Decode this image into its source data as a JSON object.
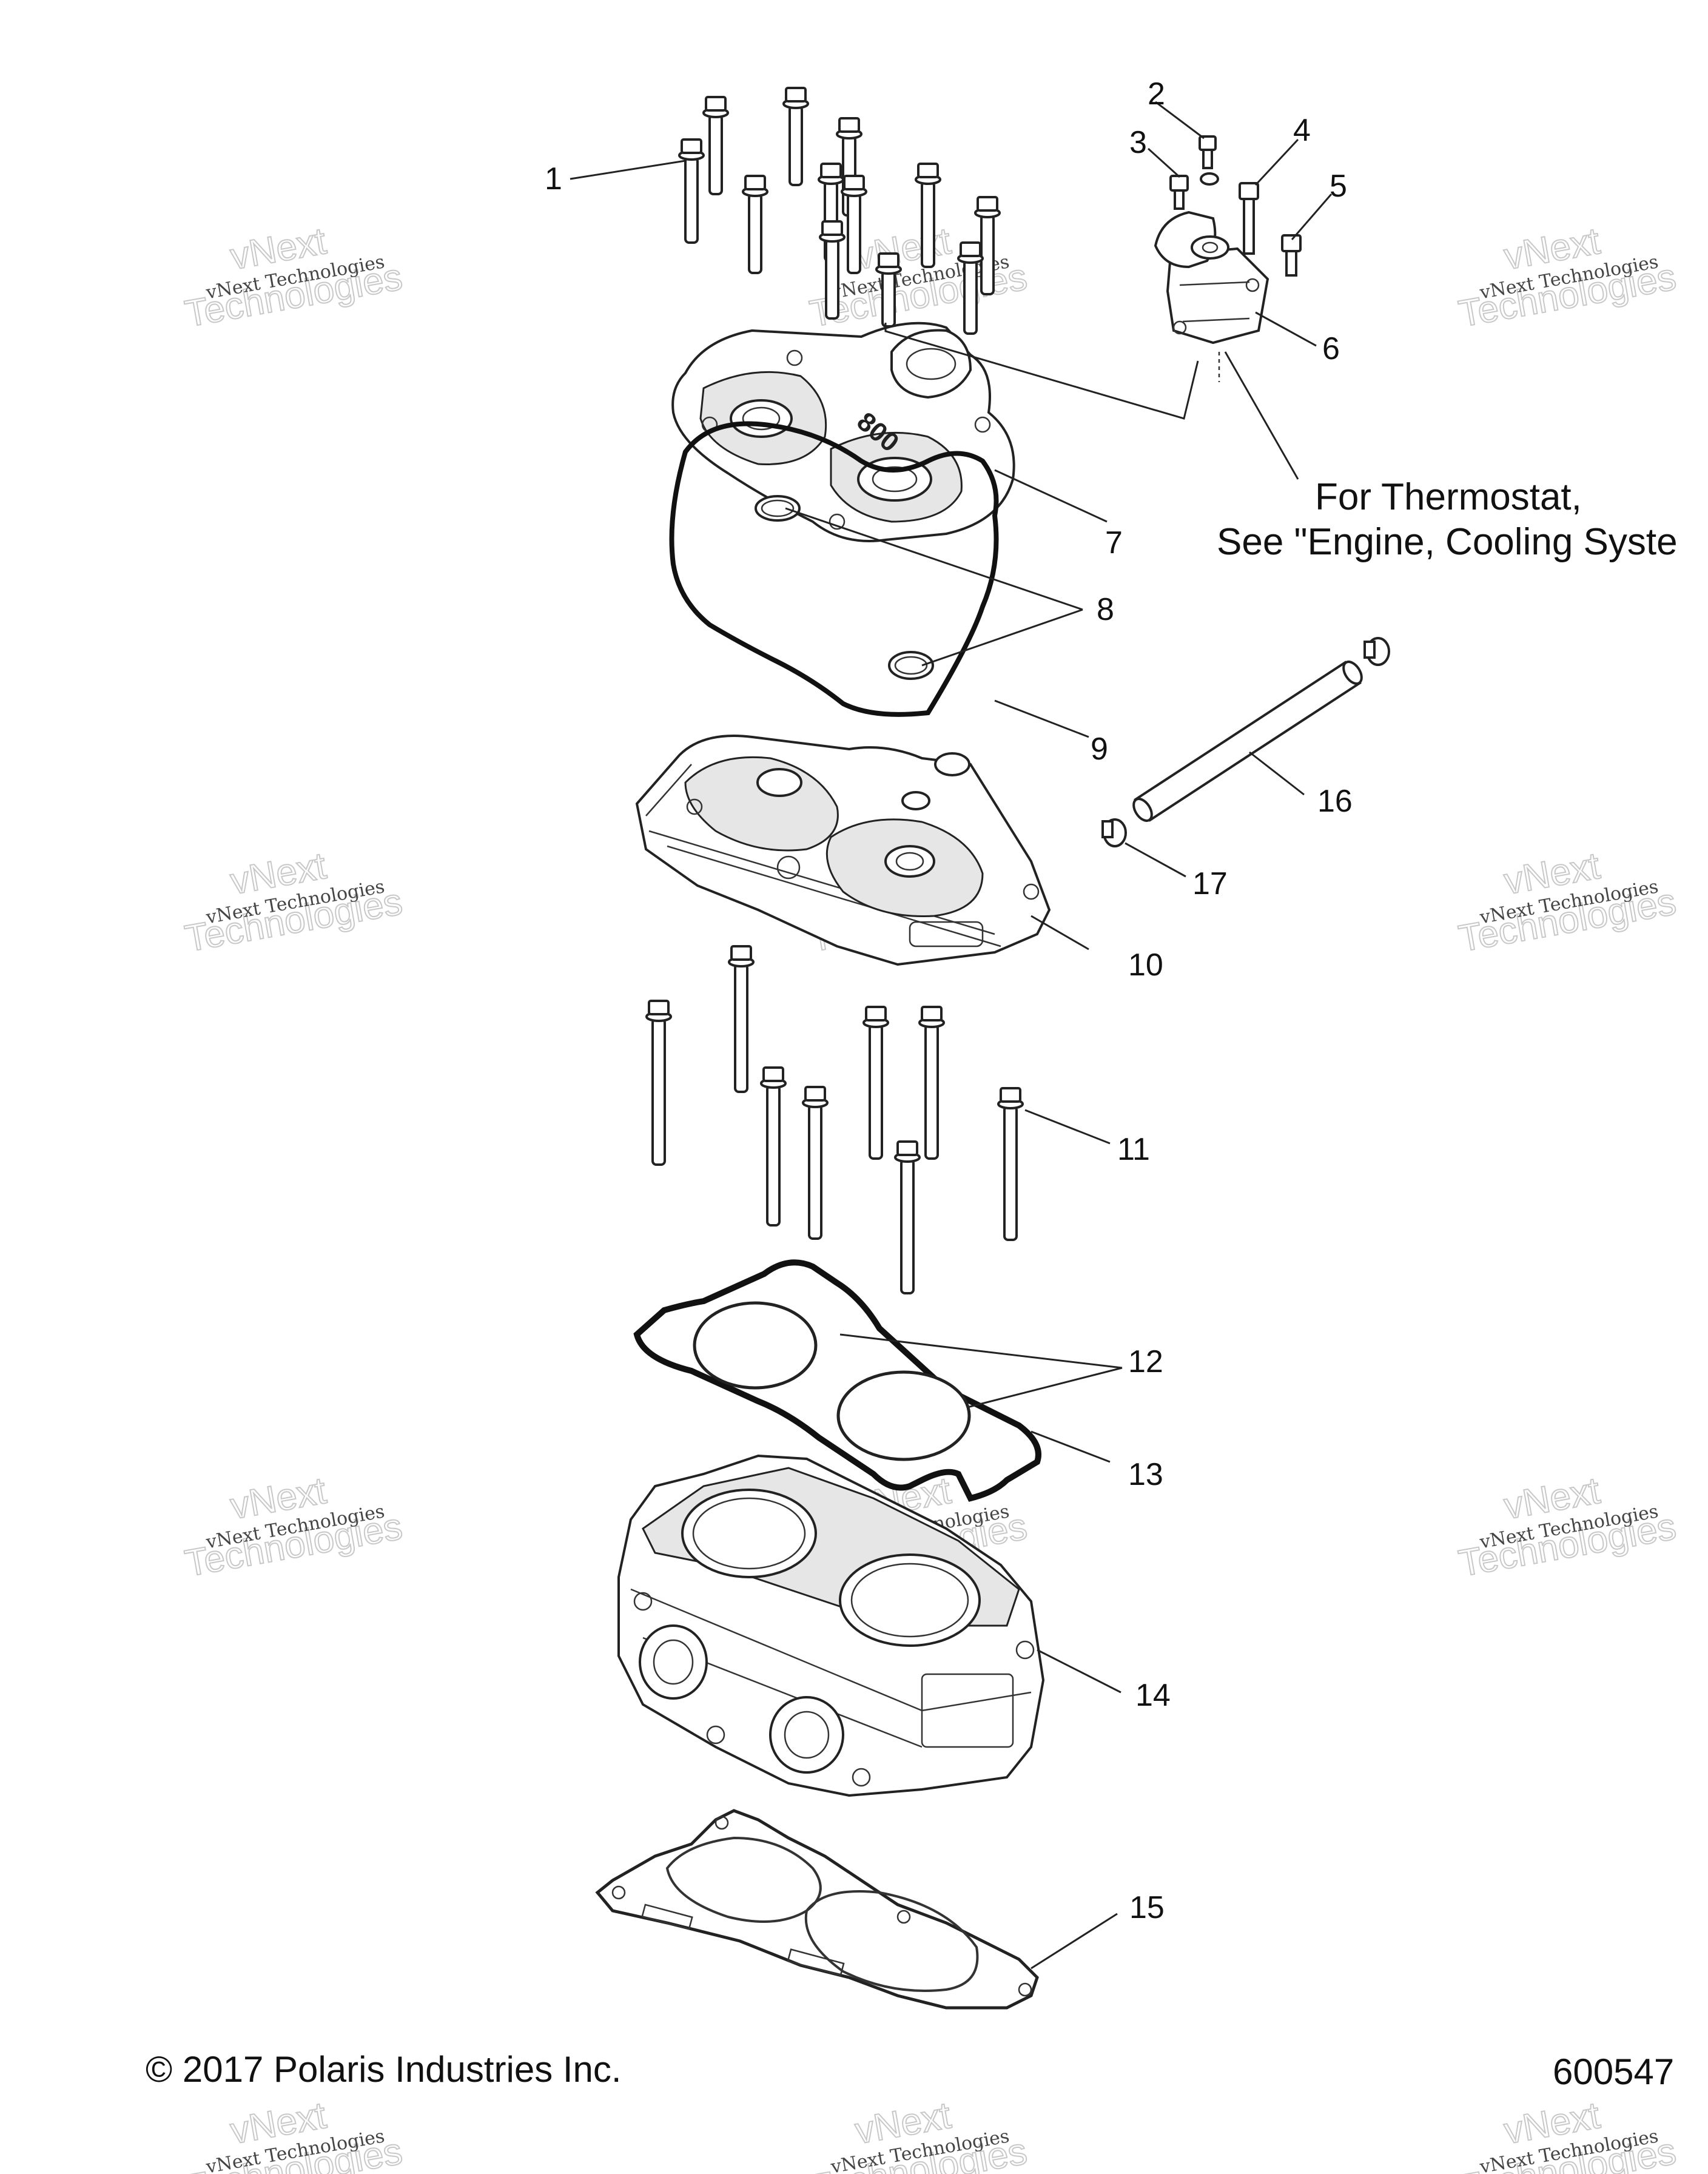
{
  "diagram": {
    "callouts": [
      {
        "id": "c1",
        "text": "1"
      },
      {
        "id": "c2",
        "text": "2"
      },
      {
        "id": "c3",
        "text": "3"
      },
      {
        "id": "c4",
        "text": "4"
      },
      {
        "id": "c5",
        "text": "5"
      },
      {
        "id": "c6",
        "text": "6"
      },
      {
        "id": "c7",
        "text": "7"
      },
      {
        "id": "c8",
        "text": "8"
      },
      {
        "id": "c9",
        "text": "9"
      },
      {
        "id": "c10",
        "text": "10"
      },
      {
        "id": "c11",
        "text": "11"
      },
      {
        "id": "c12",
        "text": "12"
      },
      {
        "id": "c13",
        "text": "13"
      },
      {
        "id": "c14",
        "text": "14"
      },
      {
        "id": "c15",
        "text": "15"
      },
      {
        "id": "c16",
        "text": "16"
      },
      {
        "id": "c17",
        "text": "17"
      }
    ],
    "note_line1": "For Thermostat,",
    "note_line2": "See \"Engine, Cooling Syste",
    "copyright": "© 2017 Polaris Industries Inc.",
    "figure_number": "600547",
    "watermark_small": "vNext Technologies",
    "watermark_large": "Technologies",
    "watermark_top": "vNext"
  }
}
